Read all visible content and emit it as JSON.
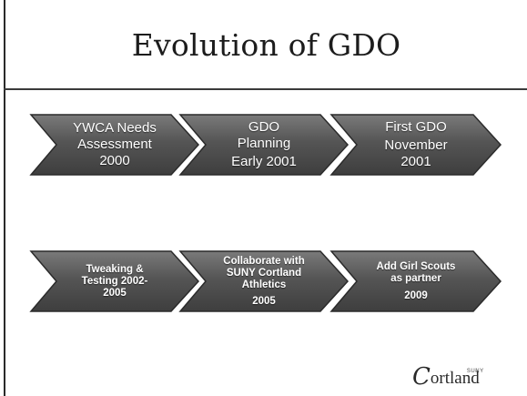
{
  "slide": {
    "title": "Evolution of GDO"
  },
  "timeline": {
    "row1": [
      {
        "lines": [
          "YWCA Needs",
          "Assessment",
          "2000"
        ]
      },
      {
        "lines": [
          "GDO",
          "Planning",
          "Early 2001"
        ]
      },
      {
        "lines": [
          "First GDO",
          "November",
          "2001"
        ]
      }
    ],
    "row2": [
      {
        "lines": [
          "Tweaking &",
          "Testing 2002-",
          "2005"
        ]
      },
      {
        "lines": [
          "Collaborate with",
          "SUNY Cortland",
          "Athletics",
          "2005"
        ]
      },
      {
        "lines": [
          "Add Girl Scouts",
          "as partner",
          "2009"
        ]
      }
    ]
  },
  "logo": {
    "initial": "C",
    "rest": "ortland",
    "small": "SUNY"
  },
  "colors": {
    "arrow_fill": "#555555",
    "arrow_outline": "#2b2b2b",
    "title_rule": "#3a3a3a"
  }
}
